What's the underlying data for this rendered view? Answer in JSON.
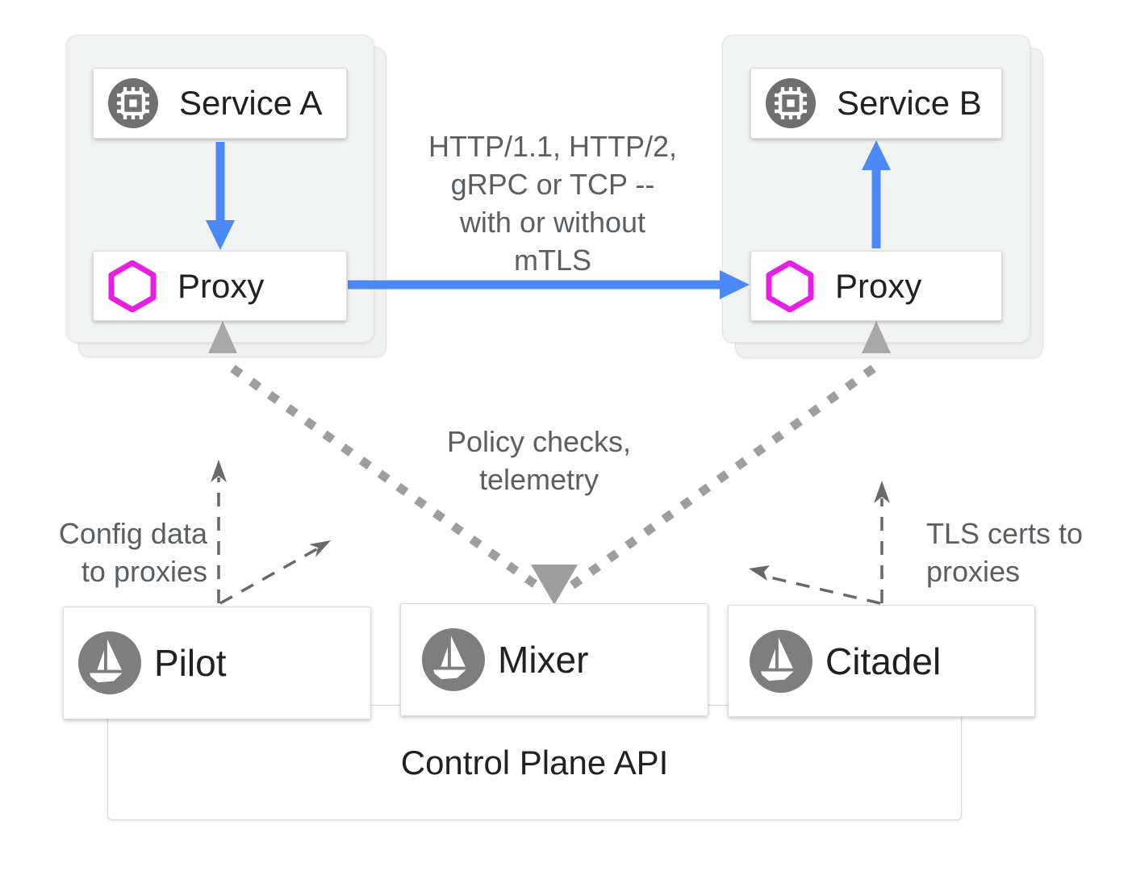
{
  "nodes": {
    "service_a": "Service A",
    "service_b": "Service B",
    "proxy_left": "Proxy",
    "proxy_right": "Proxy",
    "pilot": "Pilot",
    "mixer": "Mixer",
    "citadel": "Citadel",
    "control_plane": "Control Plane API"
  },
  "annotations": {
    "protocol_lines": [
      "HTTP/1.1, HTTP/2,",
      "gRPC or TCP --",
      "with or without",
      "mTLS"
    ],
    "policy_lines": [
      "Policy checks,",
      "telemetry"
    ],
    "config_lines": [
      "Config data",
      "to proxies"
    ],
    "tls_lines": [
      "TLS certs to",
      "proxies"
    ]
  },
  "icons": {
    "service_icon": "chip-icon",
    "proxy_icon": "magenta-hexagon-icon",
    "control_component_icon": "istio-sailboat-icon"
  },
  "colors": {
    "blue_arrow": "#4a89f6",
    "magenta_hexagon": "#e81ee4",
    "service_icon_circle": "#707070",
    "istio_icon_circle": "#7e7e7e",
    "dotted_arrow_gray": "#9e9e9e",
    "dashed_arrow_gray": "#696969",
    "group_box_fill": "#f1f2f2",
    "label_text": "#212121",
    "annotation_text": "#5c5f62"
  }
}
